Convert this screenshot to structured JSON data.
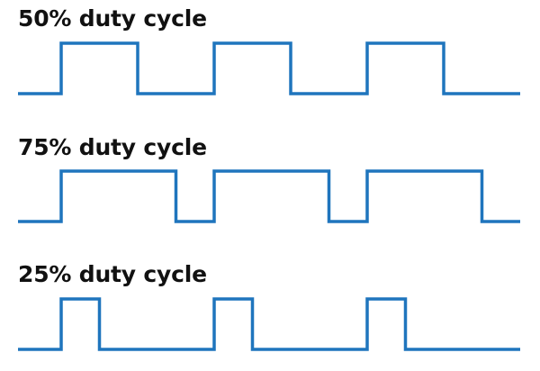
{
  "panels": [
    {
      "label": "50% duty cycle",
      "duty_cycle": 0.5,
      "periods_shown": 3
    },
    {
      "label": "75% duty cycle",
      "duty_cycle": 0.75,
      "periods_shown": 3
    },
    {
      "label": "25% duty cycle",
      "duty_cycle": 0.25,
      "periods_shown": 3
    }
  ],
  "colors": {
    "waveform": "#1f75bd",
    "text": "#111111",
    "background": "#ffffff"
  }
}
